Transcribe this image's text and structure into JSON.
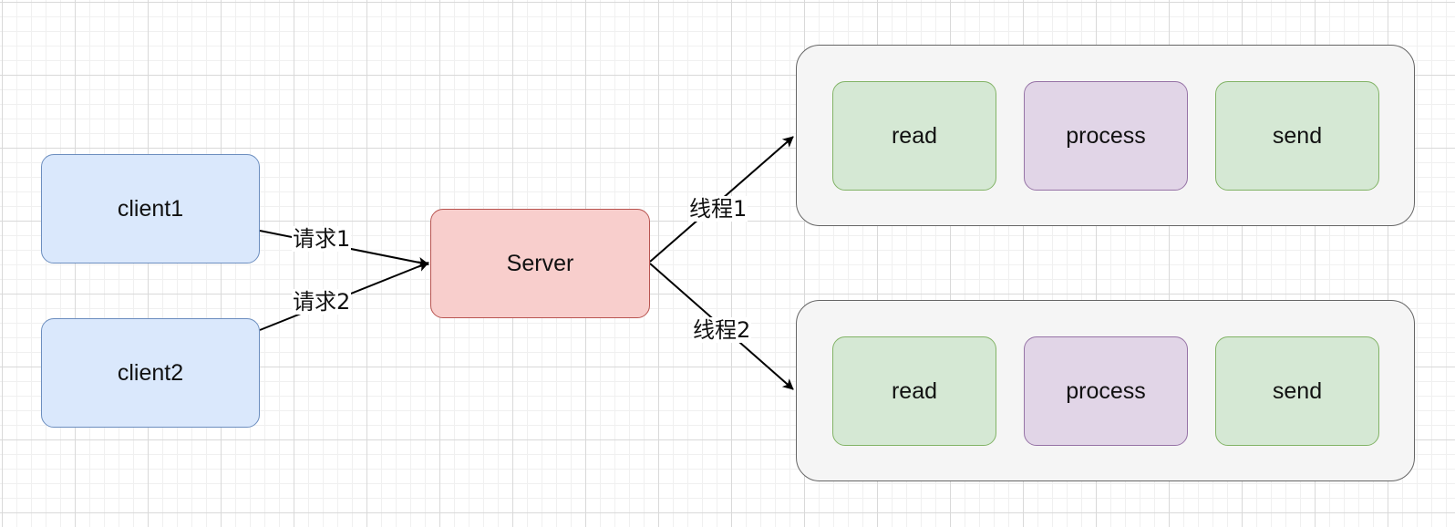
{
  "nodes": {
    "client1": "client1",
    "client2": "client2",
    "server": "Server"
  },
  "edges": {
    "request1": "请求1",
    "request2": "请求2",
    "thread1": "线程1",
    "thread2": "线程2"
  },
  "pipelines": [
    {
      "steps": [
        "read",
        "process",
        "send"
      ]
    },
    {
      "steps": [
        "read",
        "process",
        "send"
      ]
    }
  ],
  "colors": {
    "client_fill": "#dae8fc",
    "client_stroke": "#6c8ebf",
    "server_fill": "#f8cecc",
    "server_stroke": "#b85450",
    "container_fill": "#f5f5f5",
    "container_stroke": "#666666",
    "green_fill": "#d5e8d4",
    "green_stroke": "#82b366",
    "purple_fill": "#e1d5e7",
    "purple_stroke": "#9673a6"
  }
}
